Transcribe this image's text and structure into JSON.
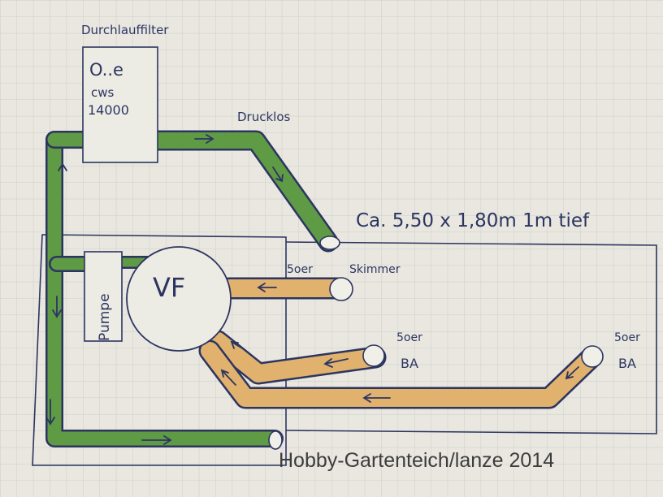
{
  "labels": {
    "filter_title": "Durchlauffilter",
    "filter_line1": "O..e",
    "filter_line2": "cws",
    "filter_line3": "14000",
    "drucklos": "Drucklos",
    "dimensions": "Ca. 5,50 x 1,80m  1m tief",
    "vf": "VF",
    "pumpe": "Pumpe",
    "skimmer_size": "5oer",
    "skimmer": "Skimmer",
    "ba1_size": "5oer",
    "ba1": "BA",
    "ba2_size": "5oer",
    "ba2": "BA",
    "watermark": "Hobby-Gartenteich/lanze 2014"
  },
  "colors": {
    "paper": "#e9e7e0",
    "grid": "#c9d0c9",
    "ink": "#2c3560",
    "green_pipe": "#5f9a45",
    "orange_pipe": "#e1b16e"
  }
}
